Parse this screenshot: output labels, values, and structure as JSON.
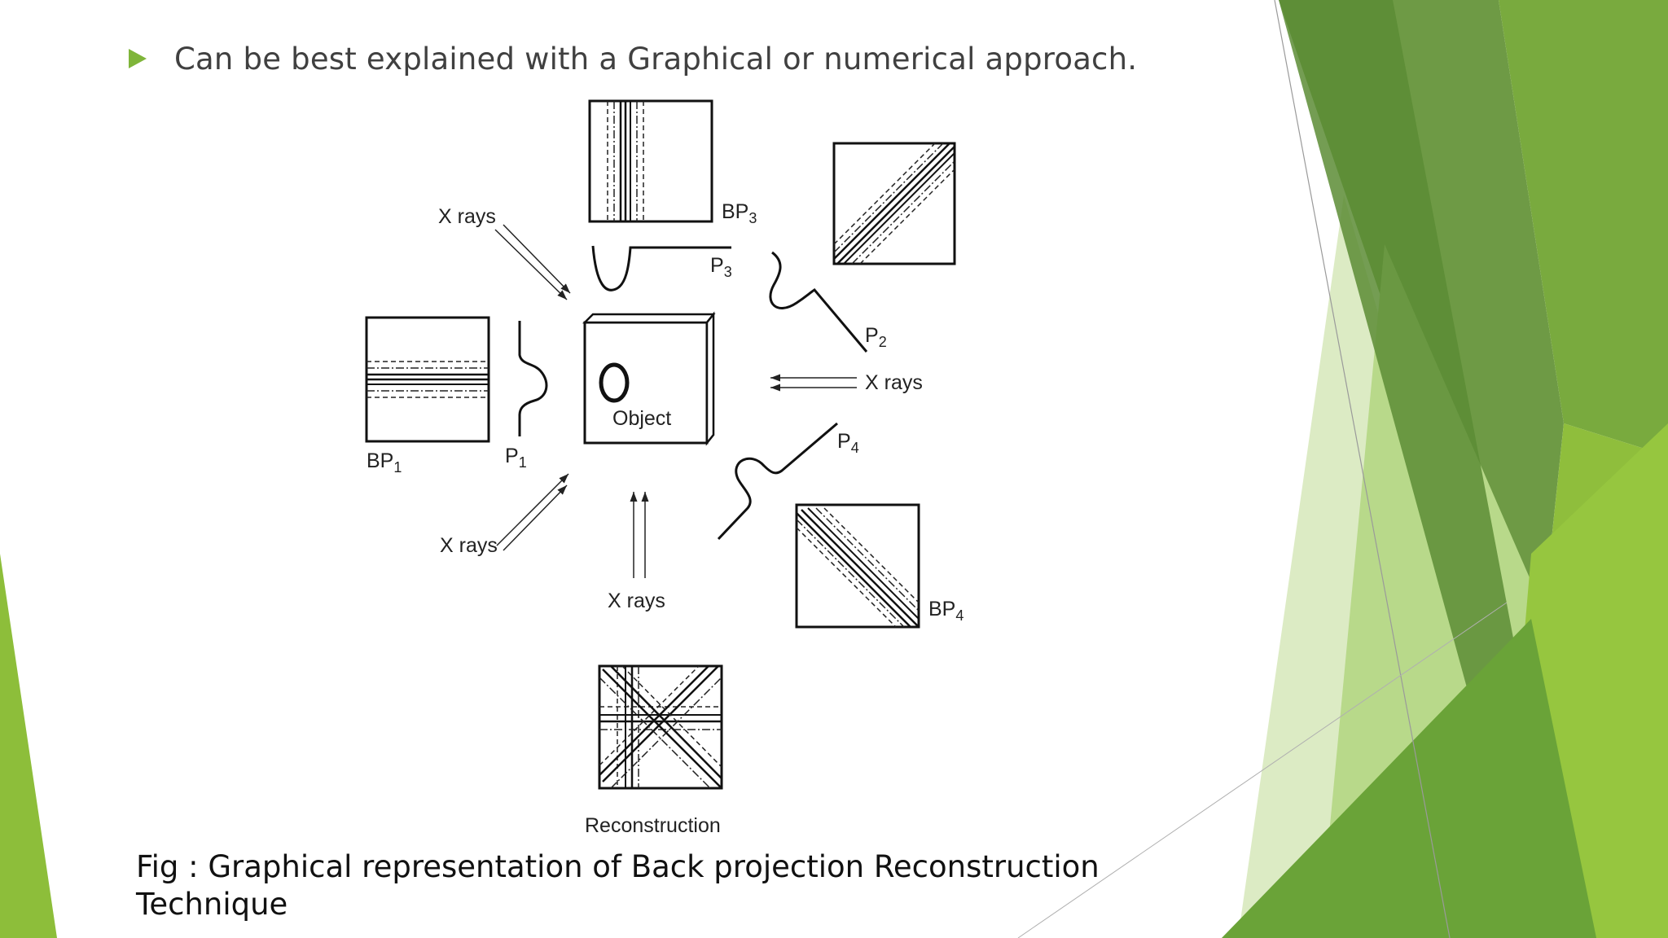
{
  "bullet": {
    "icon": "triangle-bullet-icon",
    "text": "Can be best explained with a Graphical or numerical approach."
  },
  "figure": {
    "labels": {
      "xrays_top_left": "X rays",
      "xrays_right": "X rays",
      "xrays_bottom_left": "X rays",
      "xrays_bottom": "X rays",
      "object": "Object",
      "reconstruction": "Reconstruction",
      "bp1": "BP",
      "bp1_sub": "1",
      "bp3": "BP",
      "bp3_sub": "3",
      "bp4": "BP",
      "bp4_sub": "4",
      "p1": "P",
      "p1_sub": "1",
      "p2": "P",
      "p2_sub": "2",
      "p3": "P",
      "p3_sub": "3",
      "p4": "P",
      "p4_sub": "4"
    }
  },
  "caption": {
    "text": "Fig : Graphical representation of Back projection Reconstruction Technique"
  },
  "theme": {
    "accent": "#7fb53a",
    "green_dark": "#5e8e2e",
    "green_mid": "#7db23a",
    "green_light": "#cfe4a8"
  }
}
